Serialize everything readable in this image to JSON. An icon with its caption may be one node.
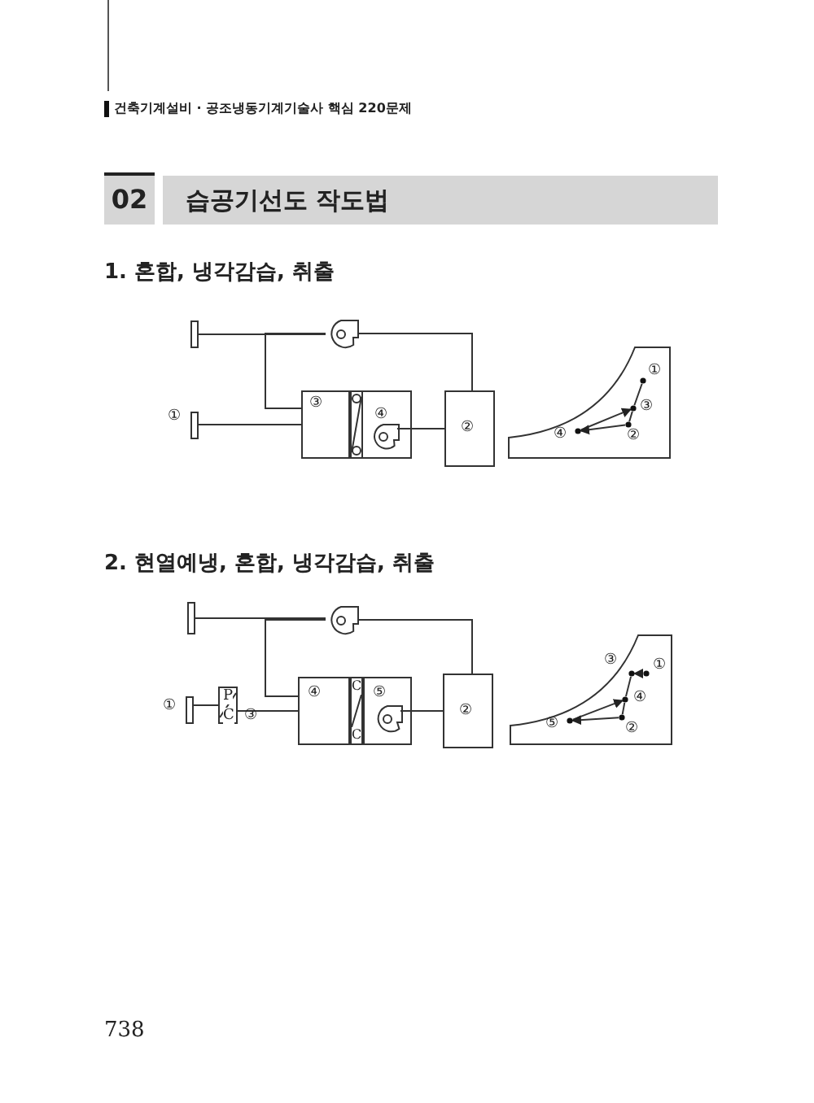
{
  "diagram": {
    "title": "습공기선도 작도법",
    "nodes": [
      {
        "text": [],
        "shape": "box"
      },
      {
        "text": [],
        "shape": "fan"
      },
      {
        "text": [],
        "shape": "box",
        "beside": [
          "①"
        ]
      },
      {
        "text": [
          "③"
        ]
      },
      {
        "text": [],
        "shape": "coil"
      },
      {
        "text": [
          "④"
        ]
      },
      {
        "text": [],
        "shape": "fan",
        "in": 5
      },
      {
        "text": [
          "②"
        ]
      },
      {
        "text": [],
        "shape": "chart"
      },
      {
        "text": [],
        "shape": "circle",
        "beside": [
          "①"
        ],
        "in": 8
      },
      {
        "text": [],
        "shape": "circle",
        "beside": [
          "③"
        ],
        "in": 8
      },
      {
        "text": [],
        "shape": "circle",
        "beside": [
          "②"
        ],
        "in": 8
      },
      {
        "text": [],
        "shape": "circle",
        "beside": [
          "④"
        ],
        "in": 8
      },
      {
        "text": [],
        "shape": "box"
      },
      {
        "text": [],
        "shape": "fan"
      },
      {
        "text": [],
        "shape": "box",
        "beside": [
          "①"
        ]
      },
      {
        "text": [
          "P",
          "C"
        ],
        "beside": [
          "③"
        ]
      },
      {
        "text": [
          "④"
        ]
      },
      {
        "text": [
          "C",
          "C"
        ]
      },
      {
        "text": [
          "⑤"
        ]
      },
      {
        "text": [],
        "shape": "fan",
        "in": 19
      },
      {
        "text": [
          "②"
        ]
      },
      {
        "text": [],
        "shape": "chart"
      },
      {
        "text": [],
        "shape": "circle",
        "beside": [
          "①"
        ],
        "in": 22
      },
      {
        "text": [],
        "shape": "circle",
        "beside": [
          "③"
        ],
        "in": 22
      },
      {
        "text": [],
        "shape": "circle",
        "beside": [
          "④"
        ],
        "in": 22
      },
      {
        "text": [],
        "shape": "circle",
        "beside": [
          "②"
        ],
        "in": 22
      },
      {
        "text": [],
        "shape": "circle",
        "beside": [
          "⑤"
        ],
        "in": 22
      }
    ],
    "edges": [
      {
        "from": 1,
        "to": 0,
        "arrow": "none"
      },
      {
        "from": 1,
        "to": 3,
        "arrow": "none"
      },
      {
        "from": 7,
        "to": 1,
        "arrow": "none"
      },
      {
        "from": 2,
        "to": 3,
        "arrow": "none"
      },
      {
        "from": 6,
        "to": 7,
        "arrow": "none"
      },
      {
        "from": 9,
        "to": 10,
        "arrow": "none"
      },
      {
        "from": 12,
        "to": 10,
        "arrow": "to"
      },
      {
        "from": 10,
        "to": 11,
        "arrow": "none"
      },
      {
        "from": 11,
        "to": 12,
        "arrow": "to"
      },
      {
        "from": 14,
        "to": 13,
        "arrow": "none"
      },
      {
        "from": 14,
        "to": 17,
        "arrow": "none"
      },
      {
        "from": 21,
        "to": 14,
        "arrow": "none"
      },
      {
        "from": 15,
        "to": 16,
        "arrow": "none"
      },
      {
        "from": 16,
        "to": 17,
        "arrow": "none"
      },
      {
        "from": 20,
        "to": 21,
        "arrow": "none"
      },
      {
        "from": 23,
        "to": 24,
        "arrow": "to"
      },
      {
        "from": 24,
        "to": 25,
        "arrow": "none"
      },
      {
        "from": 27,
        "to": 25,
        "arrow": "to"
      },
      {
        "from": 25,
        "to": 26,
        "arrow": "none"
      },
      {
        "from": 26,
        "to": 27,
        "arrow": "to"
      }
    ],
    "labels": [
      "건축기계설비 · 공조냉동기계기술사 핵심 220문제",
      "02",
      "1. 혼합, 냉각감습, 취출",
      "2. 현열예냉, 혼합, 냉각감습, 취출",
      "738"
    ]
  }
}
